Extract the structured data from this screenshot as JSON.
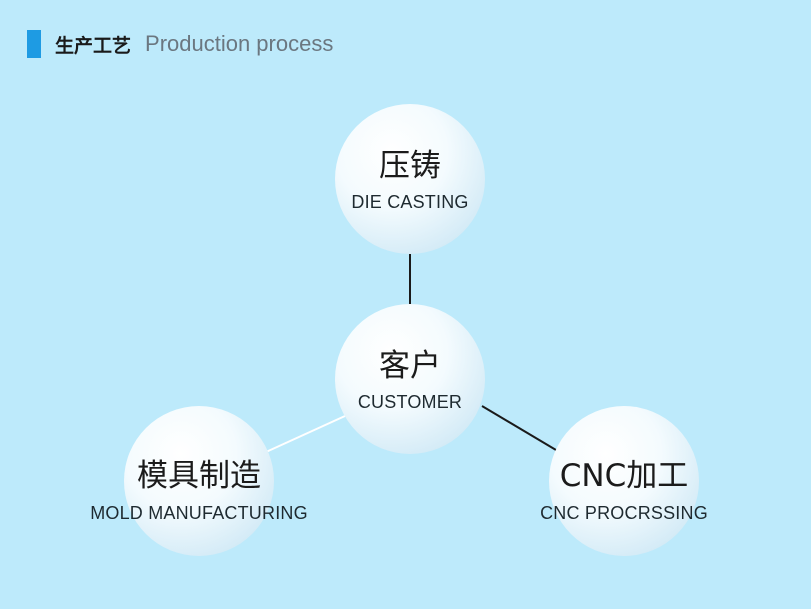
{
  "header": {
    "title_cn": "生产工艺",
    "title_en": "Production process"
  },
  "nodes": {
    "die_casting": {
      "cn": "压铸",
      "en": "DIE CASTING"
    },
    "customer": {
      "cn": "客户",
      "en": "CUSTOMER"
    },
    "mold": {
      "cn": "模具制造",
      "en": "MOLD MANUFACTURING"
    },
    "cnc": {
      "cn": "CNC加工",
      "en": "CNC PROCRSSING"
    }
  },
  "colors": {
    "background": "#bdeafb",
    "accent": "#1e9be3",
    "line_dark": "#1a1a1a",
    "line_light": "#ffffff"
  }
}
